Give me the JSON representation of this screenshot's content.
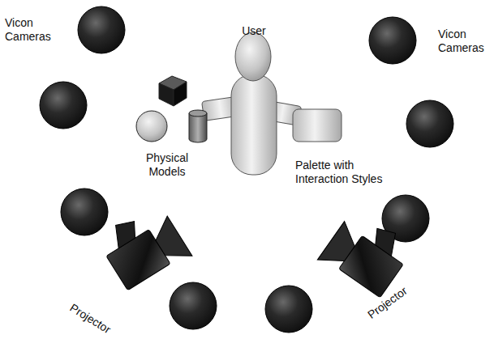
{
  "diagram": {
    "labels": [
      "Vicon Cameras",
      "Vicon Cameras",
      "User",
      "Physical Models",
      "Palette with Interaction Styles",
      "Projector",
      "Projector"
    ]
  }
}
